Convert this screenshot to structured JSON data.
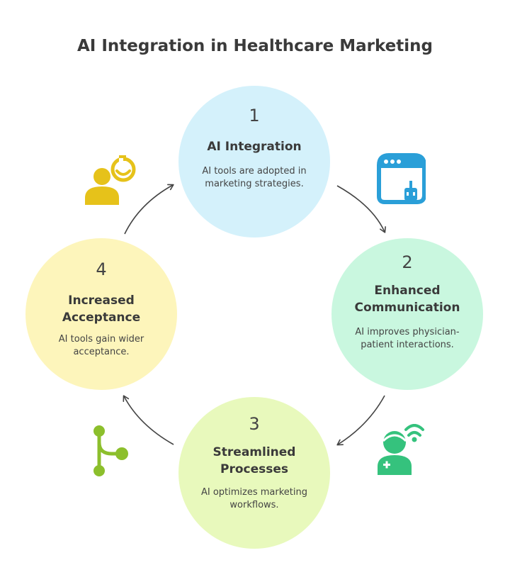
{
  "title": "AI Integration in Healthcare Marketing",
  "colors": {
    "step1_fill": "#d4f1fb",
    "step2_fill": "#c9f7df",
    "step3_fill": "#e8f9bc",
    "step4_fill": "#fdf5bb",
    "icon_blue": "#2a9fd8",
    "icon_green": "#35c27d",
    "icon_lime": "#8cbf2c",
    "icon_yellow": "#e6c21a",
    "arrow": "#444444"
  },
  "steps": [
    {
      "number": "1",
      "title": "AI Integration",
      "description": "AI tools are adopted in marketing strategies.",
      "icon": "browser-window-icon"
    },
    {
      "number": "2",
      "title": "Enhanced Communication",
      "description": "AI improves physician-patient interactions.",
      "icon": "doctor-wifi-icon"
    },
    {
      "number": "3",
      "title": "Streamlined Processes",
      "description": "AI optimizes marketing workflows.",
      "icon": "branch-flow-icon"
    },
    {
      "number": "4",
      "title": "Increased Acceptance",
      "description": "AI tools gain wider acceptance.",
      "icon": "person-speech-icon"
    }
  ]
}
